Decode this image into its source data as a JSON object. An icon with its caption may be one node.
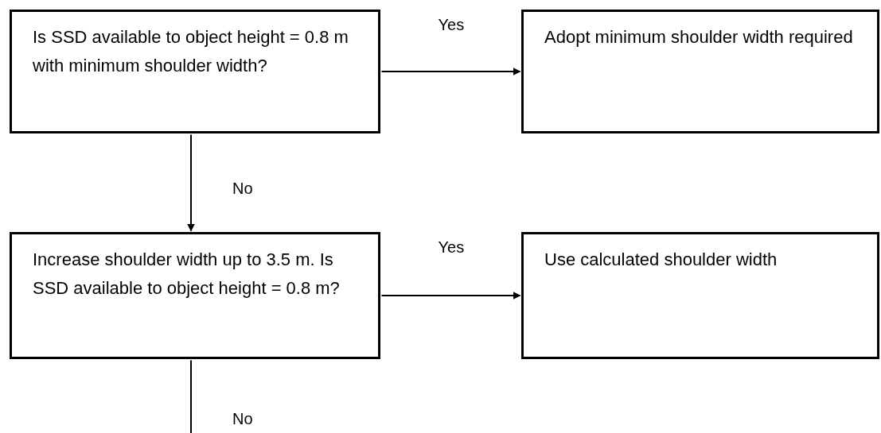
{
  "diagram": {
    "nodes": [
      {
        "text": [
          "Is SSD available to object height = 0.8 m with minimum shoulder width?"
        ]
      },
      {
        "text": [
          "Adopt minimum shoulder width required"
        ]
      },
      {
        "text": [
          "Increase shoulder width up to 3.5 m. Is SSD available to object height = 0.8 m?"
        ]
      },
      {
        "text": [
          "Use calculated shoulder width"
        ]
      }
    ],
    "edges": [
      {
        "from": 0,
        "to": 1,
        "arrow": "to",
        "label": "Yes"
      },
      {
        "from": 0,
        "to": 2,
        "arrow": "to",
        "label": "No"
      },
      {
        "from": 2,
        "to": 3,
        "arrow": "to",
        "label": "Yes"
      },
      {
        "from": 2,
        "to": null,
        "arrow": "none",
        "label": "No"
      }
    ]
  }
}
